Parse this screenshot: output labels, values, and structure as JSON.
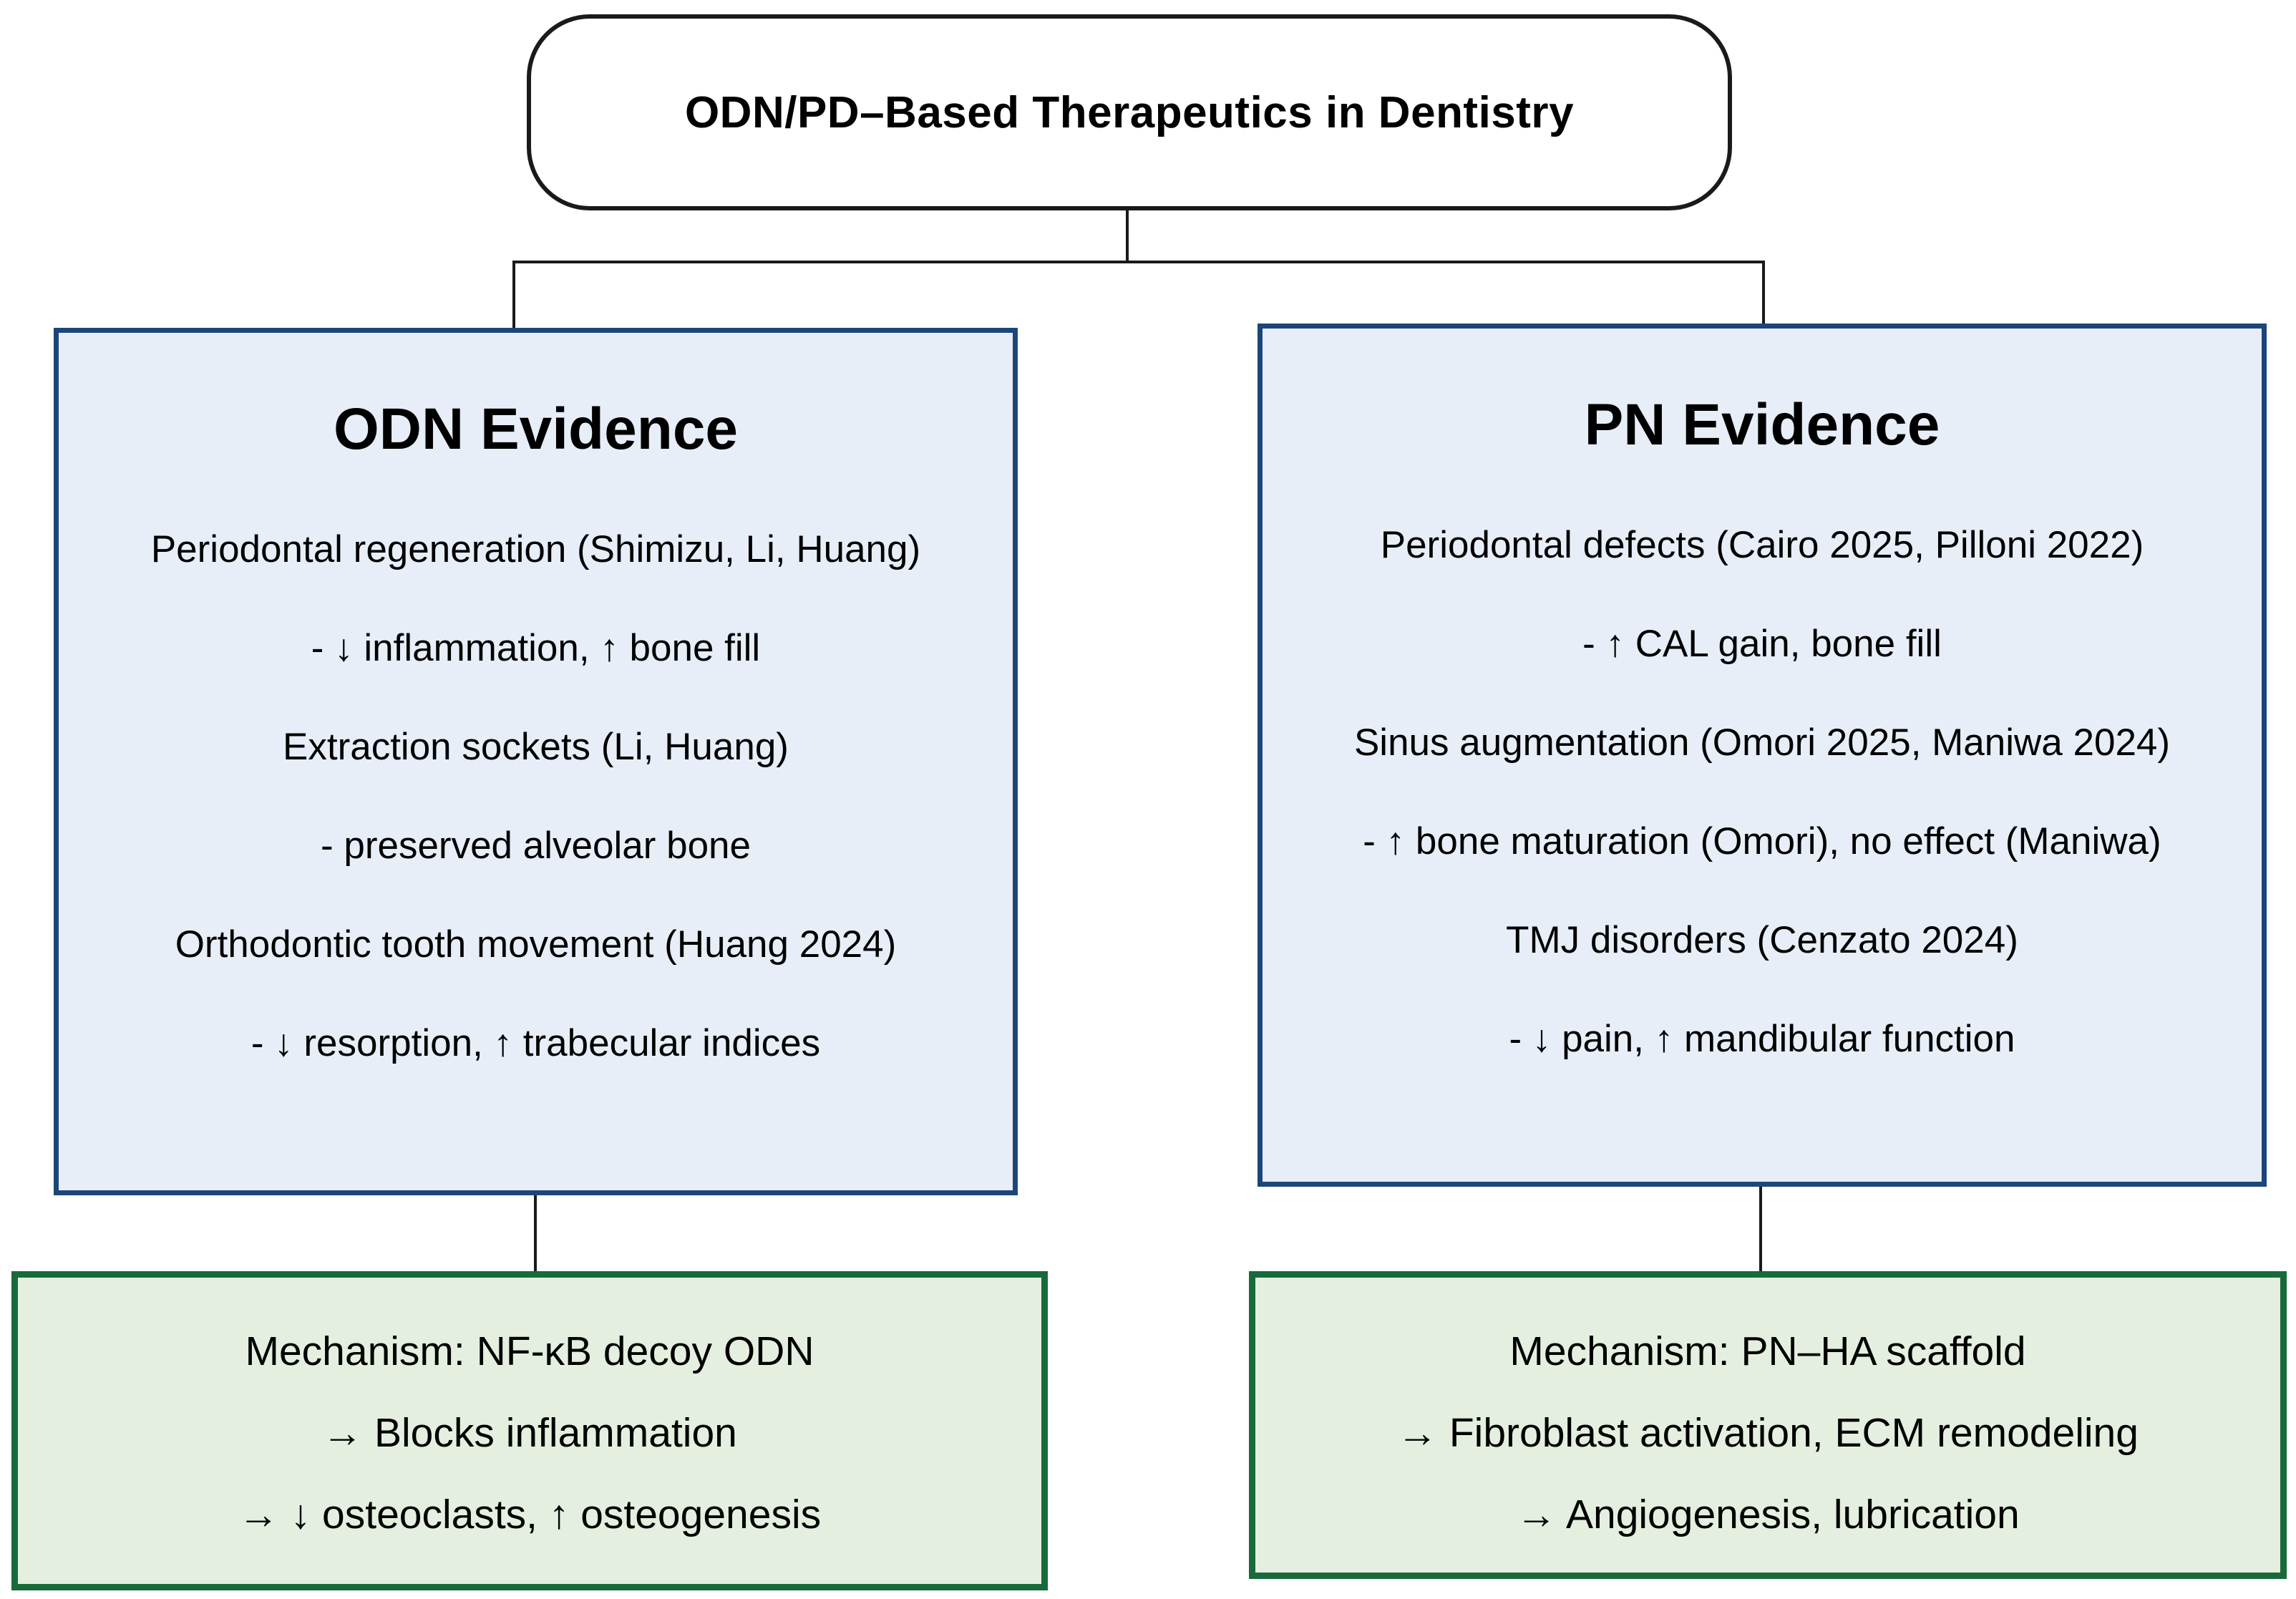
{
  "title": "ODN/PD–Based Therapeutics in Dentistry",
  "colors": {
    "blue_border": "#1c4679",
    "blue_fill": "#e7eef8",
    "green_border": "#186a3b",
    "green_fill": "#e4efdf",
    "line_color": "#1a1a1a"
  },
  "odn_panel": {
    "header": "ODN Evidence",
    "lines": [
      "Periodontal regeneration (Shimizu, Li, Huang)",
      "- ↓ inflammation, ↑ bone fill",
      "Extraction sockets (Li, Huang)",
      "- preserved alveolar bone",
      "Orthodontic tooth movement (Huang 2024)",
      "- ↓ resorption, ↑ trabecular indices"
    ]
  },
  "pn_panel": {
    "header": "PN Evidence",
    "lines": [
      "Periodontal defects (Cairo 2025, Pilloni 2022)",
      "- ↑ CAL gain, bone fill",
      "Sinus augmentation (Omori 2025, Maniwa 2024)",
      "- ↑ bone maturation (Omori), no effect (Maniwa)",
      "TMJ disorders (Cenzato 2024)",
      "- ↓ pain, ↑ mandibular function"
    ]
  },
  "odn_mechanism": {
    "lines": [
      "Mechanism: NF-κB decoy ODN",
      "→ Blocks inflammation",
      "→ ↓ osteoclasts, ↑ osteogenesis"
    ]
  },
  "pn_mechanism": {
    "lines": [
      "Mechanism: PN–HA scaffold",
      "→ Fibroblast activation, ECM remodeling",
      "→ Angiogenesis, lubrication"
    ]
  }
}
